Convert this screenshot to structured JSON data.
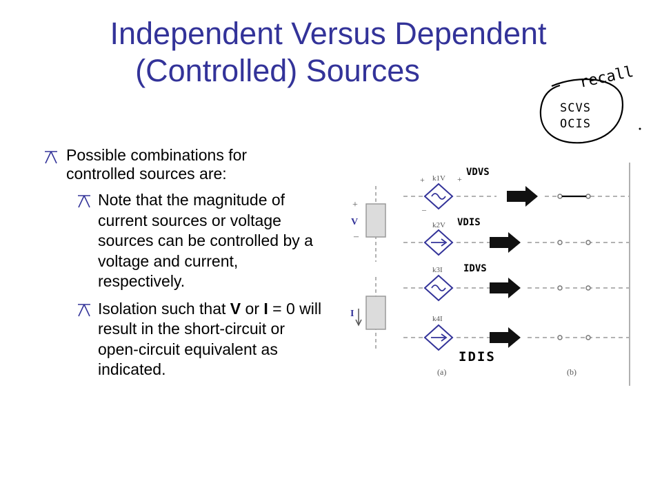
{
  "slide": {
    "title_line1": "Independent Versus Dependent",
    "title_line2": "(Controlled) Sources"
  },
  "bullets": {
    "main": "Possible combinations for controlled sources are:",
    "sub1": "Note that the magnitude of current sources or voltage sources can be controlled by a voltage and current, respectively.",
    "sub2_part1": "Isolation such that ",
    "sub2_bold1": "V",
    "sub2_part2": " or ",
    "sub2_bold2": "I",
    "sub2_part3": " = 0 will result in the short-circuit or open-circuit equivalent as indicated."
  },
  "annotations": {
    "recall": "recall",
    "scvs": "SCVS",
    "ocis": "OCIS",
    "vdvs": "VDVS",
    "vdis": "VDIS",
    "idvs": "IDVS",
    "idis": "IDIS"
  },
  "figure": {
    "v_label": "V",
    "i_label": "I",
    "plus": "+",
    "minus": "–",
    "k1_label": "k1V",
    "k2_label": "k2V",
    "k3_label": "k3I",
    "k4_label": "k4I",
    "caption_a": "(a)",
    "caption_b": "(b)"
  }
}
